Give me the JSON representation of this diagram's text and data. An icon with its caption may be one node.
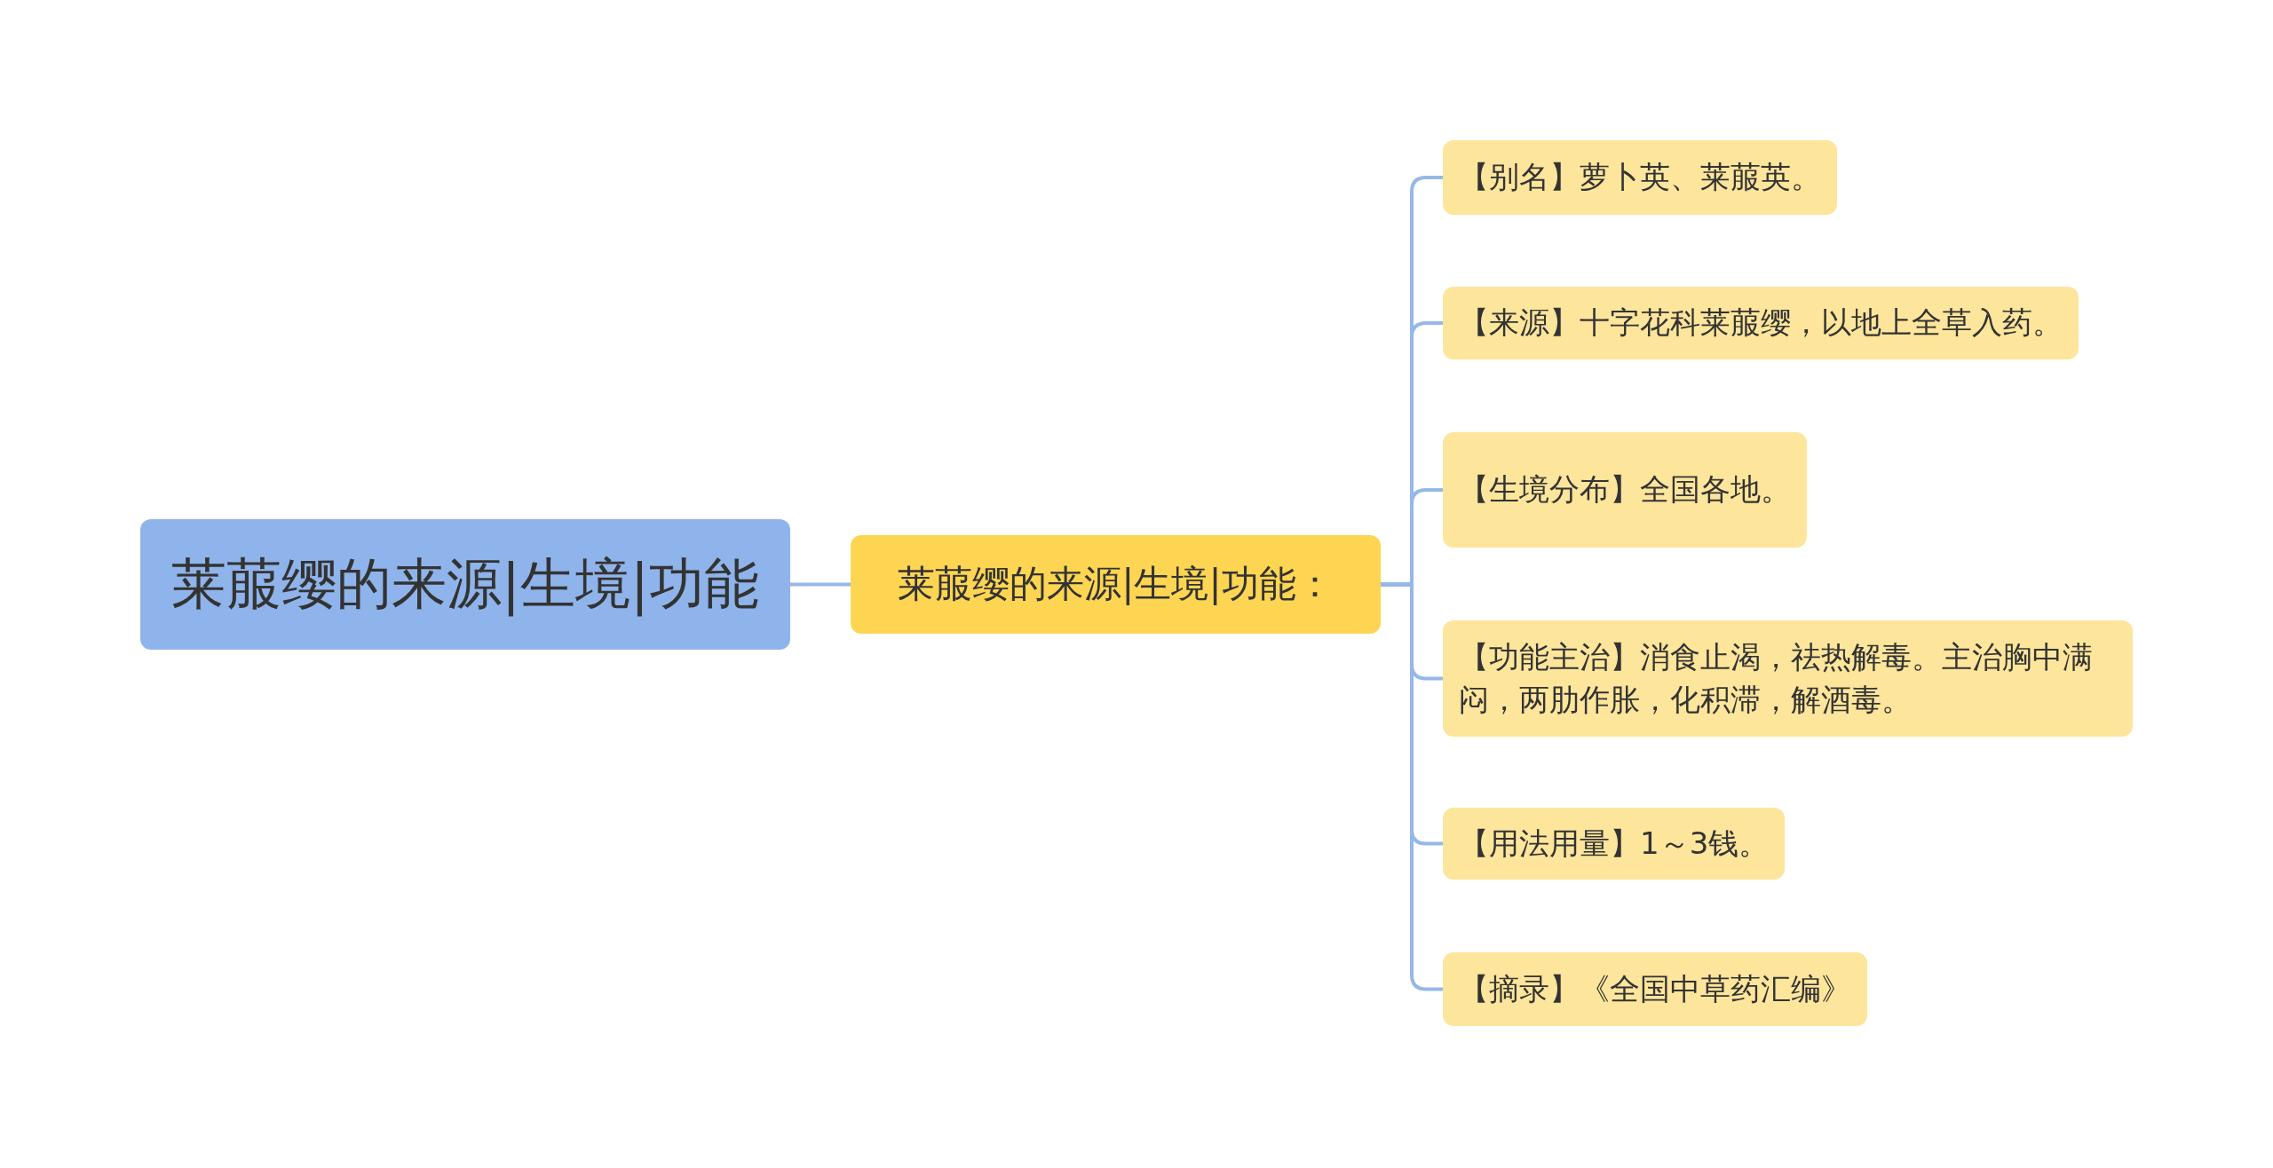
{
  "diagram": {
    "nodes": [
      {
        "text": [
          "莱菔缨的来源|生境|功能"
        ]
      },
      {
        "text": [
          "莱菔缨的来源|生境|功能："
        ]
      },
      {
        "text": [
          "【别名】萝卜英、莱菔英。"
        ]
      },
      {
        "text": [
          "【来源】十字花科莱菔缨，以地上全草入药。"
        ]
      },
      {
        "text": [
          "【生境分布】全国各地。"
        ]
      },
      {
        "text": [
          "【功能主治】消食止渴，祛热解毒。主治胸中满闷，两肋作胀，化积滞，解酒毒。"
        ]
      },
      {
        "text": [
          "【用法用量】1～3钱。"
        ]
      },
      {
        "text": [
          "【摘录】《全国中草药汇编》"
        ]
      }
    ],
    "edges": [
      {
        "from": 0,
        "to": 1,
        "arrow": "none"
      },
      {
        "from": 1,
        "to": 2,
        "arrow": "none"
      },
      {
        "from": 1,
        "to": 3,
        "arrow": "none"
      },
      {
        "from": 1,
        "to": 4,
        "arrow": "none"
      },
      {
        "from": 1,
        "to": 5,
        "arrow": "none"
      },
      {
        "from": 1,
        "to": 6,
        "arrow": "none"
      },
      {
        "from": 1,
        "to": 7,
        "arrow": "none"
      }
    ]
  }
}
